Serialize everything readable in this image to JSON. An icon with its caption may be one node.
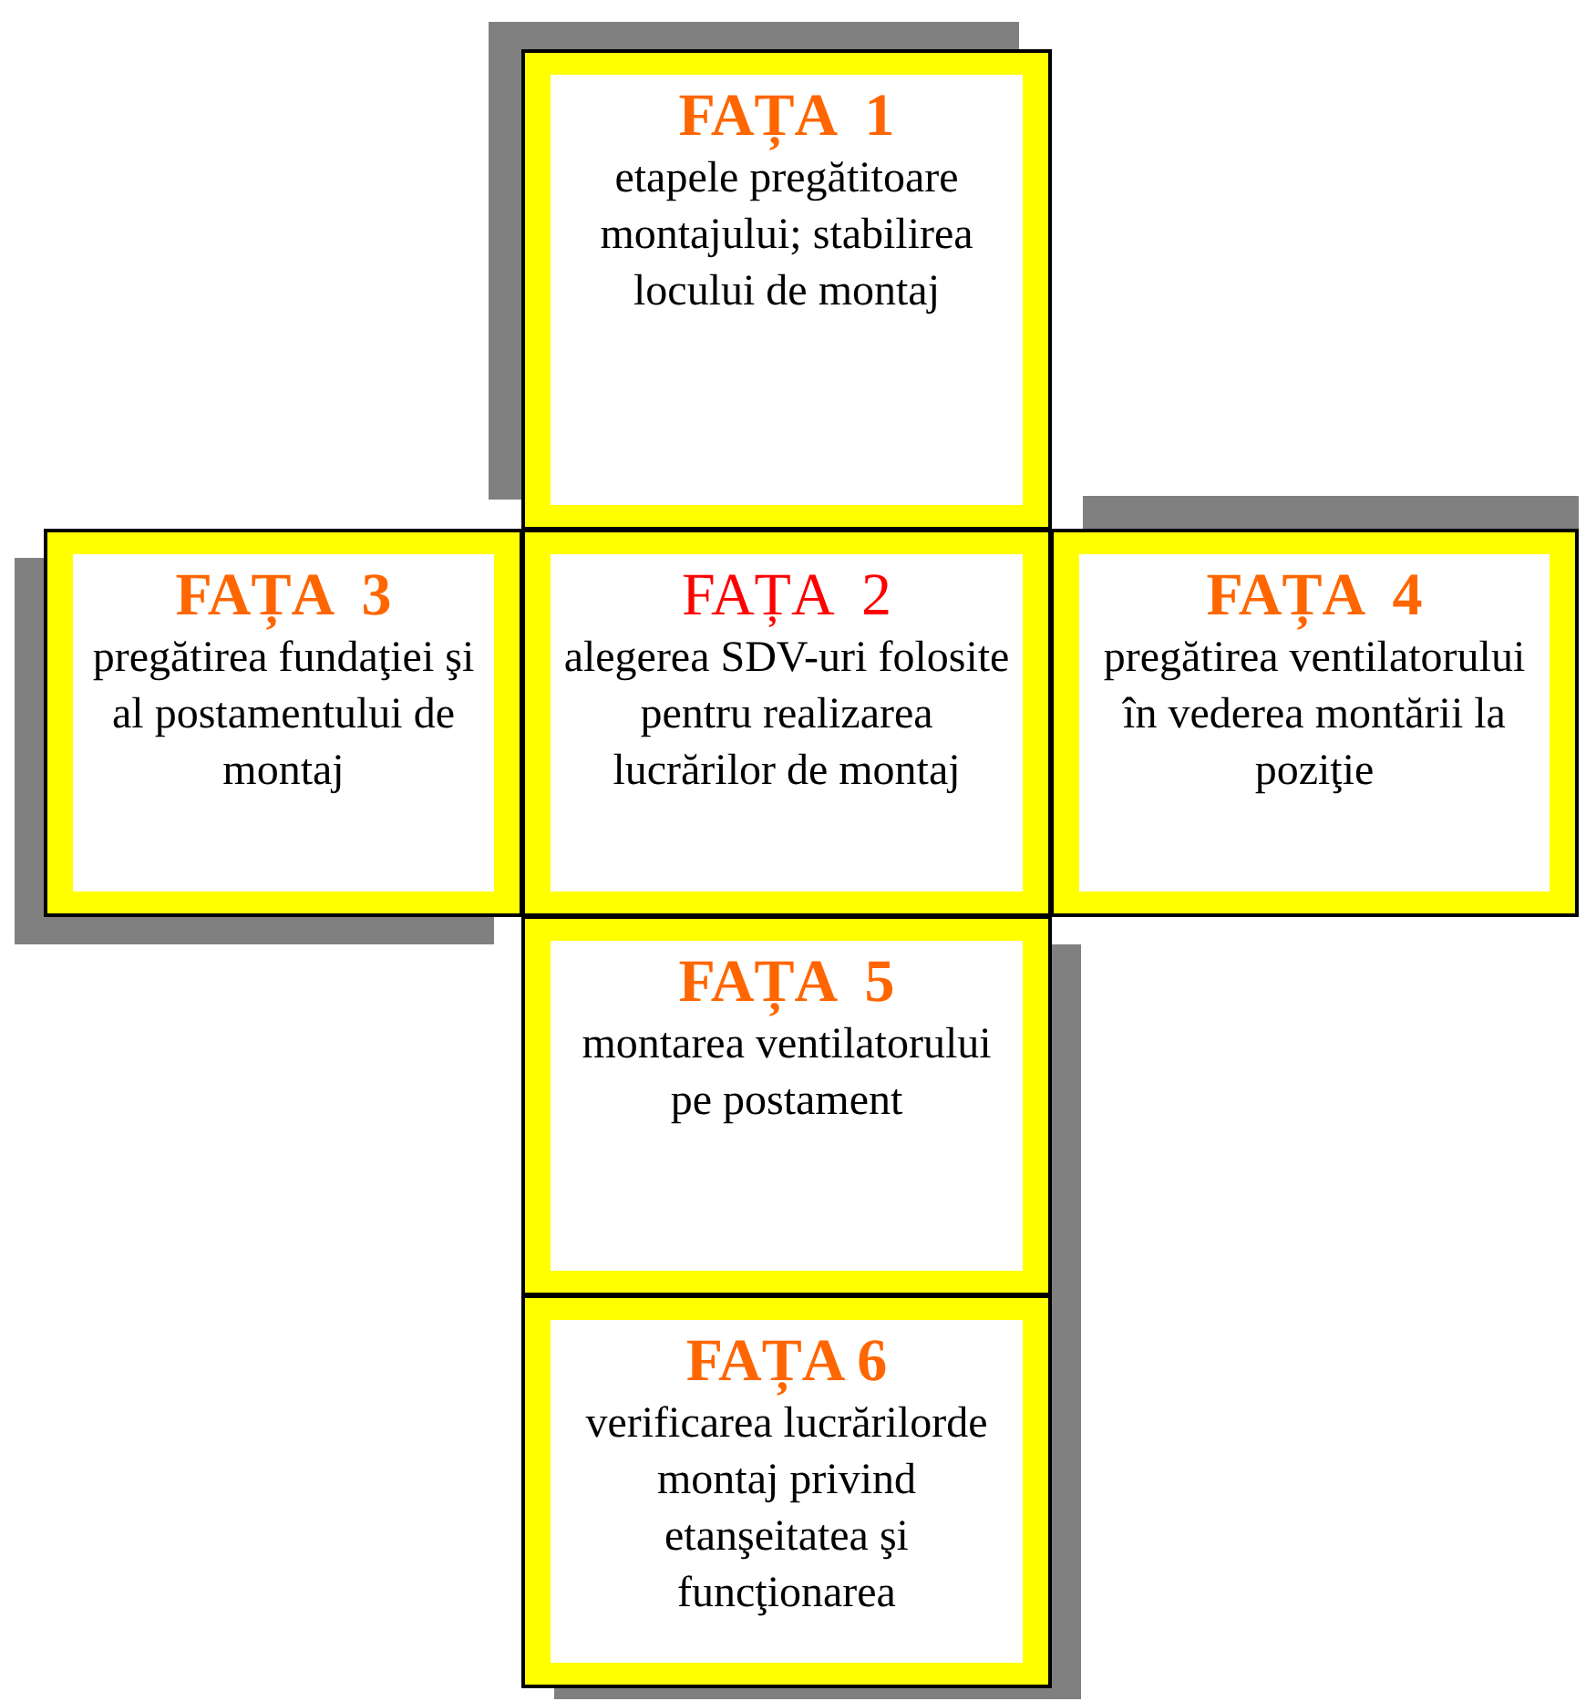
{
  "diagram": {
    "nodes": [
      {
        "text": [
          "FAȚA  1",
          "etapele pregătitoare montajului; stabilirea locului de montaj"
        ]
      },
      {
        "text": [
          "FAȚA  3",
          "pregătirea fundaţiei şi al postamentului de montaj"
        ]
      },
      {
        "text": [
          "FAȚA  2",
          "alegerea SDV-uri folosite pentru realizarea lucrărilor de montaj"
        ]
      },
      {
        "text": [
          "FAȚA  4",
          "pregătirea ventilatorului în vederea montării la poziţie"
        ]
      },
      {
        "text": [
          "FAȚA  5",
          "montarea ventilatorului pe postament"
        ]
      },
      {
        "text": [
          "FAȚA 6",
          "verificarea lucrărilorde montaj privind etanşeitatea şi funcţionarea"
        ]
      }
    ]
  }
}
